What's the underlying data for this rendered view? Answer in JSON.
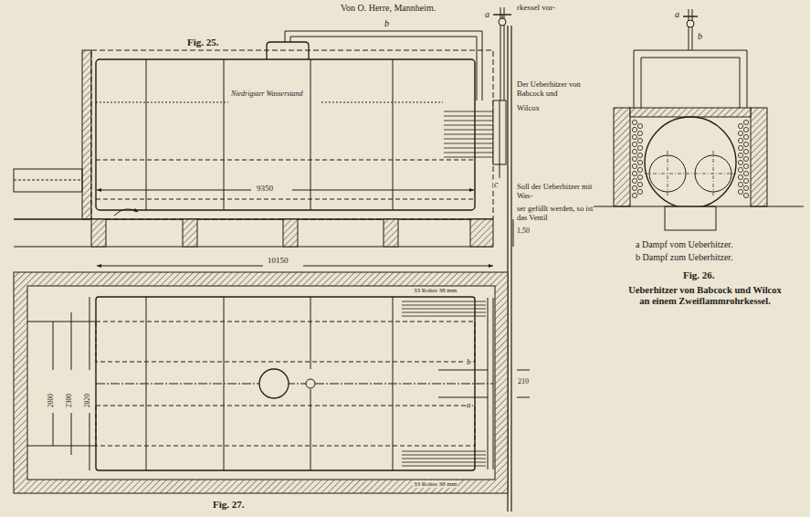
{
  "diagram": {
    "labels": [
      "Fig. 25.",
      "Niedrigster Wasserstand",
      "9350",
      "a",
      "b",
      "c",
      "1,50",
      "10150",
      "2000",
      "2300",
      "2820",
      "33 Rohre 38 mm",
      "33 Rohre 38 mm",
      "a",
      "b",
      "210",
      "Fig. 27.",
      "a",
      "b",
      "a Dampf vom Ueberhitzer.",
      "b Dampf zum Ueberhitzer.",
      "Fig. 26.",
      "Ueberhitzer von Babcock und Wilcox an einem Zweiflammrohrkessel.",
      "Von O. Herre, Mannheim.",
      "Der Ueberhitzer von Babcock und",
      "Wilcox",
      "Soll der Ueberhitzer mit Was-",
      "ser gefüllt werden, so ist das Ventil",
      "rkessel vor-"
    ]
  }
}
